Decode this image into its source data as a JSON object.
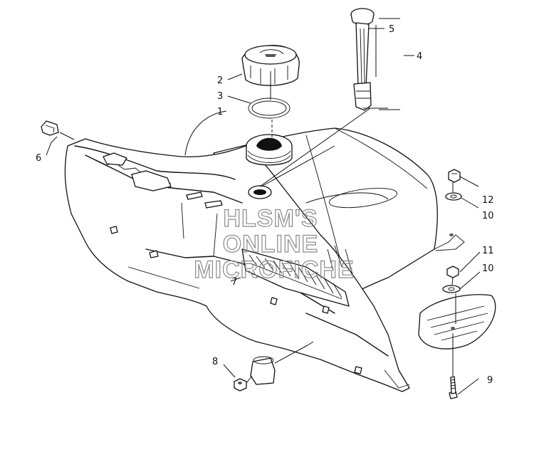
{
  "callouts": {
    "c1": "1",
    "c2": "2",
    "c3": "3",
    "c4": "4",
    "c5": "5",
    "c6": "6",
    "c7": "7",
    "c8": "8",
    "c9": "9",
    "c10a": "10",
    "c10b": "10",
    "c11": "11",
    "c12": "12"
  },
  "watermark": {
    "line1": "HLSM'S",
    "line2": "ONLINE",
    "line3": "MICROFICHE"
  }
}
